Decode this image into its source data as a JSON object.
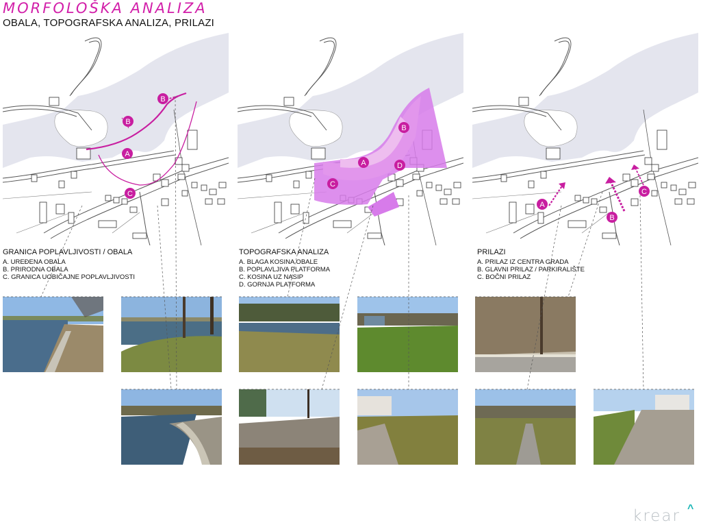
{
  "header": {
    "title": "MORFOLOŠKA ANALIZA",
    "subtitle": "OBALA, TOPOGRAFSKA ANALIZA, PRILAZI"
  },
  "panels": [
    {
      "heading": "GRANICA POPLAVLJIVOSTI / OBALA",
      "items": [
        "A. UREĐENA OBALA",
        "B. PRIRODNA OBALA",
        "C. GRANICA UOBIČAJNE POPLAVLJIVOSTI"
      ],
      "markers": [
        "A",
        "B",
        "B",
        "C"
      ]
    },
    {
      "heading": "TOPOGRAFSKA ANALIZA",
      "items": [
        "A. BLAGA KOSINA OBALE",
        "B. POPLAVLJIVA PLATFORMA",
        "C. KOSINA UZ NASIP",
        "D. GORNJA PLATFORMA"
      ],
      "markers": [
        "A",
        "B",
        "C",
        "D"
      ]
    },
    {
      "heading": "PRILAZI",
      "items": [
        "A. PRILAZ IZ CENTRA GRADA",
        "B. GLAVNI PRILAZ / PARKIRALIŠTE",
        "C. BOČNI PRILAZ"
      ],
      "markers": [
        "A",
        "B",
        "C"
      ]
    }
  ],
  "logo": {
    "text": "krear",
    "mark": "^"
  },
  "colors": {
    "accent": "#c81ea0",
    "water": "#e4e5ee",
    "topo_light": "#eebdef",
    "topo_mid": "#e296ec",
    "topo_dark": "#d77bea"
  }
}
